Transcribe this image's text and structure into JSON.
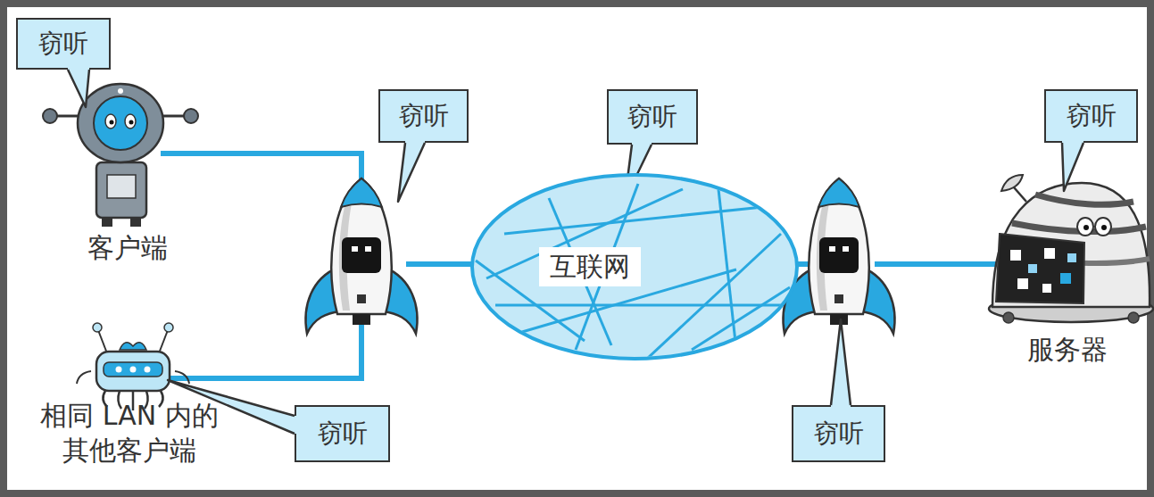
{
  "diagram": {
    "nodes": [
      {
        "text": [
          "窃听"
        ]
      },
      {
        "text": [
          "窃听"
        ]
      },
      {
        "text": [
          "窃听"
        ]
      },
      {
        "text": [
          "窃听"
        ]
      },
      {
        "text": [
          "互联网"
        ]
      },
      {
        "text": [
          "窃听"
        ]
      },
      {
        "text": [
          "窃听"
        ]
      }
    ],
    "labels": [
      "客户端",
      "相同 LAN 内的 其他客户端",
      "服务器"
    ]
  }
}
